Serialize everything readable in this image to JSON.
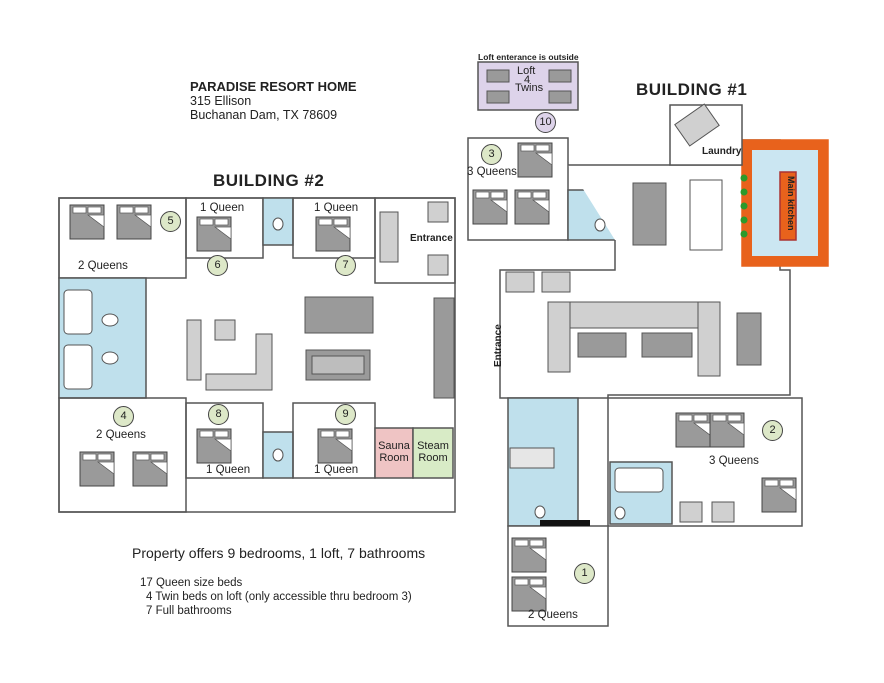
{
  "header": {
    "title": "PARADISE RESORT HOME",
    "address_line1": "315 Ellison",
    "address_line2": "Buchanan Dam, TX 78609"
  },
  "building2": {
    "title": "BUILDING #2",
    "rooms": {
      "r5": {
        "num": "5",
        "label": "2 Queens"
      },
      "r6": {
        "num": "6",
        "label": "1 Queen"
      },
      "r7": {
        "num": "7",
        "label": "1 Queen"
      },
      "r4": {
        "num": "4",
        "label": "2 Queens"
      },
      "r8": {
        "num": "8",
        "label": "1 Queen"
      },
      "r9": {
        "num": "9",
        "label": "1 Queen"
      }
    },
    "entrance": "Entrance",
    "sauna": "Sauna Room",
    "steam": "Steam Room"
  },
  "building1": {
    "title": "BUILDING #1",
    "loft_note": "Loft enterance is outside",
    "loft_label1": "Loft",
    "loft_label2": "4",
    "loft_label3": "Twins",
    "loft_num": "10",
    "rooms": {
      "r3": {
        "num": "3",
        "label": "3 Queens"
      },
      "r2": {
        "num": "2",
        "label": "3 Queens"
      },
      "r1": {
        "num": "1",
        "label": "2 Queens"
      }
    },
    "laundry": "Laundry",
    "kitchen": "Main kitchen",
    "entrance": "Entrance"
  },
  "footer": {
    "summary": "Property offers 9 bedrooms, 1 loft, 7 bathrooms",
    "line1": "17 Queen size beds",
    "line2": "4 Twin beds on loft (only accessible thru bedroom 3)",
    "line3": "7 Full bathrooms"
  },
  "colors": {
    "wall": "#555555",
    "bath": "#bfe0ec",
    "kitchen": "#e8621c",
    "kitchen_floor": "#cbe6f2",
    "loft": "#ddd3ea",
    "sauna": "#efc4c4",
    "steam": "#d8ebc6",
    "furniture": "#9a9a9a",
    "number_badge": "#dde8c8"
  }
}
